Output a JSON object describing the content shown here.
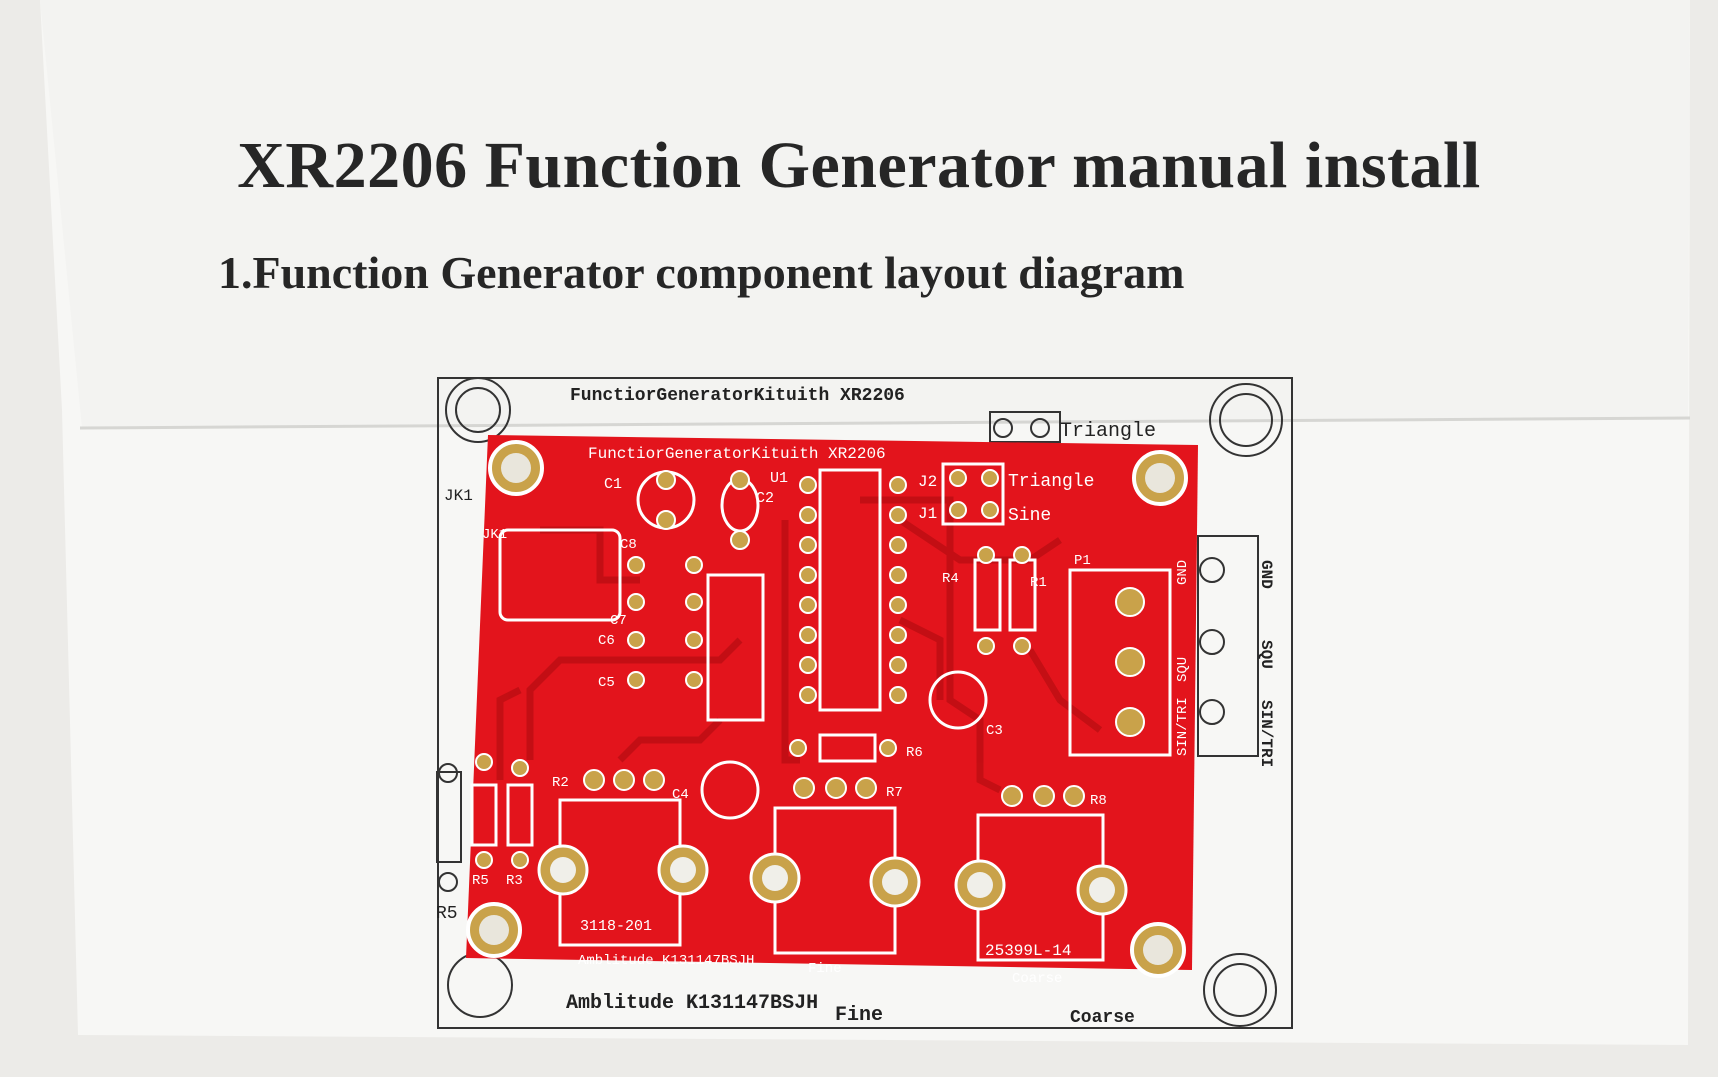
{
  "document": {
    "title": "XR2206 Function Generator manual install",
    "section_heading": "1.Function Generator component layout diagram"
  },
  "silkscreen": {
    "board_name": "FunctiorGeneratorKituith XR2206",
    "labels": [
      "C1",
      "C2",
      "U1",
      "J2",
      "J1",
      "Triangle",
      "Sine",
      "JK1",
      "C8",
      "C7",
      "C6",
      "C5",
      "R4",
      "R1",
      "P1",
      "GND",
      "SQU",
      "SIN/TRI",
      "C3",
      "R6",
      "R7",
      "R2",
      "C4",
      "R8",
      "R5",
      "R3"
    ],
    "pot_codes": [
      "3118-201",
      "25399L-14"
    ],
    "pot_labels": [
      "Amblitude",
      "K131147BSJH",
      "Fine",
      "Coarse"
    ]
  },
  "colors": {
    "paper": "#f7f7f5",
    "background": "#ecebe8",
    "pcb_red": "#e3141c",
    "pcb_trace": "#c90f15",
    "silk": "#ffffff",
    "pad": "#c9a24a",
    "ink": "#262626"
  }
}
